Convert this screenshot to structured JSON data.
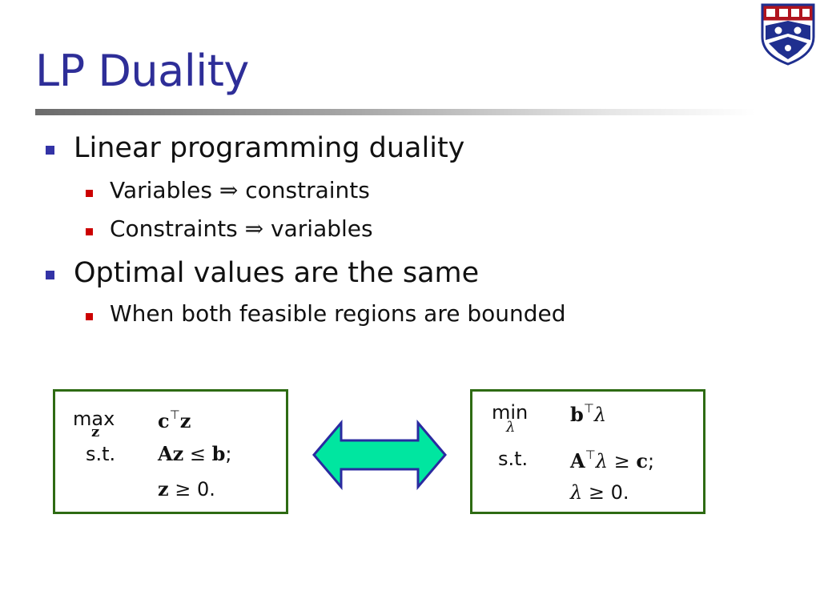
{
  "slide": {
    "title": "LP Duality",
    "bullets": [
      {
        "text": "Linear programming duality",
        "subs": [
          {
            "before": "Variables",
            "arrow": "⇒",
            "after": "constraints"
          },
          {
            "before": "Constraints",
            "arrow": "⇒",
            "after": "variables"
          }
        ]
      },
      {
        "text": "Optimal values are the same",
        "subs": [
          {
            "text": "When both feasible regions are bounded"
          }
        ]
      }
    ]
  },
  "primal": {
    "op": "max",
    "op_var": "z",
    "objective_vec": "c",
    "transpose": "⊤",
    "objective_var": "z",
    "st": "s.t.",
    "constraint_lhs": "Az",
    "constraint_rel": "≤",
    "constraint_rhs": "b",
    "constraint_end": ";",
    "nonneg_var": "z",
    "nonneg_rel": "≥",
    "nonneg_rhs": "0."
  },
  "dual": {
    "op": "min",
    "op_var": "λ",
    "objective_vec": "b",
    "transpose": "⊤",
    "objective_var": "λ",
    "st": "s.t.",
    "constraint_mat": "A",
    "constraint_var": "λ",
    "constraint_rel": "≥",
    "constraint_rhs": "c",
    "constraint_end": ";",
    "nonneg_var": "λ",
    "nonneg_rel": "≥",
    "nonneg_rhs": "0."
  },
  "colors": {
    "title": "#2e2e98",
    "bullet_level1": "#3333a6",
    "bullet_level2": "#cc0000",
    "box_border": "#2e6b13",
    "arrow_fill": "#00e6a0",
    "arrow_stroke": "#2a2aa0",
    "logo_blue": "#1f2f8f",
    "logo_red": "#b0141e"
  },
  "icons": {
    "arrow": "double-headed-arrow-icon",
    "logo": "university-shield-logo-icon"
  }
}
